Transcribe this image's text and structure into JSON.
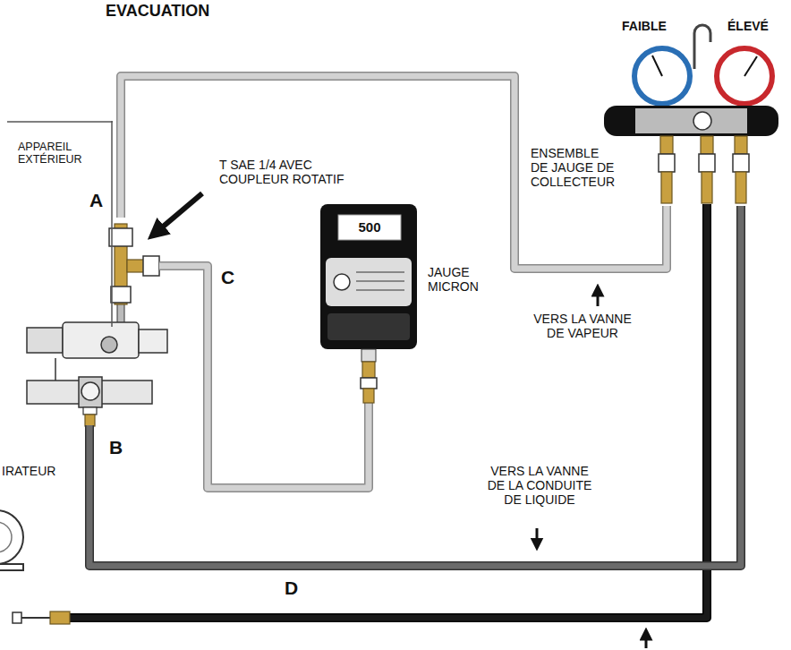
{
  "diagram": {
    "title": "EVACUATION",
    "nodes": [
      {
        "text": [
          "APPAREIL EXTÉRIEUR"
        ]
      },
      {
        "text": [
          "500",
          "JAUGE MICRON"
        ]
      },
      {
        "text": [
          "FAIBLE",
          "ÉLEVÉ",
          "ENSEMBLE DE JAUGE DE COLLECTEUR"
        ]
      }
    ],
    "edges": [
      {
        "from": 2,
        "to": 0,
        "arrow": "none",
        "label": "A"
      },
      {
        "from": 1,
        "to": 0,
        "arrow": "none",
        "label": "C"
      },
      {
        "from": 2,
        "to": 0,
        "arrow": "none",
        "label": "D"
      }
    ],
    "labels": [
      "T SAE 1/4 AVEC COUPLEUR ROTATIF",
      "B",
      "VERS LA VANNE DE VAPEUR",
      "VERS LA VANNE DE LA CONDUITE DE LIQUIDE",
      "IRATEUR"
    ]
  }
}
